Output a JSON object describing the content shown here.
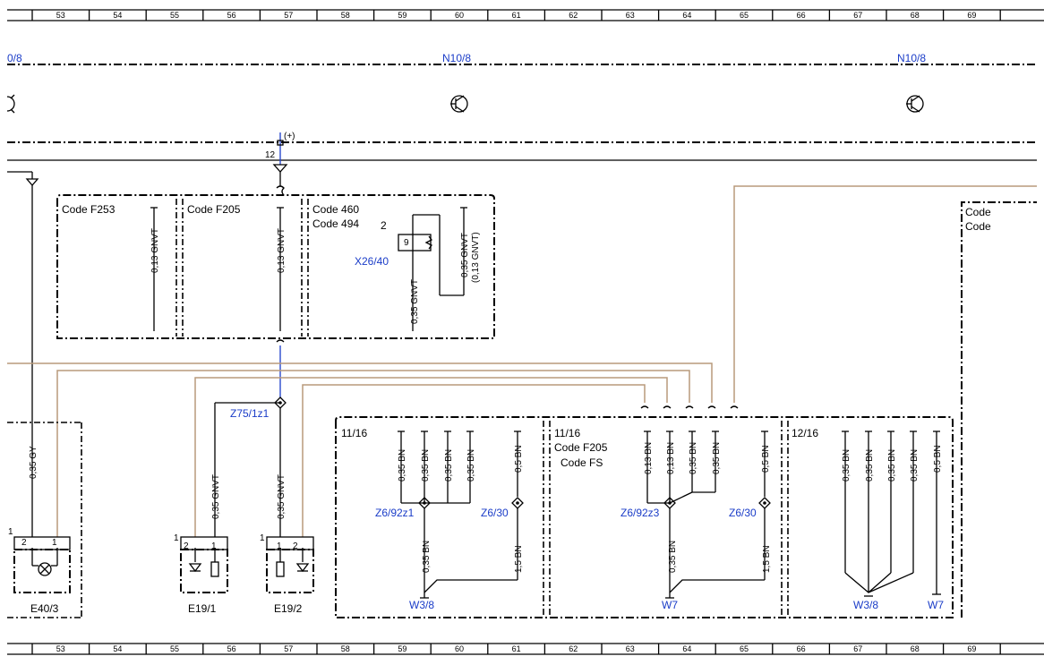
{
  "grid_numbers": [
    "53",
    "54",
    "55",
    "56",
    "57",
    "58",
    "59",
    "60",
    "61",
    "62",
    "63",
    "64",
    "65",
    "66",
    "67",
    "68",
    "69"
  ],
  "modules": {
    "left_partial": "0/8",
    "center": "N10/8",
    "right": "N10/8"
  },
  "top_connector": {
    "pin": "12",
    "sign": "(+)"
  },
  "codes": {
    "f253": "Code F253",
    "f205": "Code F205",
    "c460": "Code 460",
    "c494": "Code 494",
    "f205_b": "Code F205",
    "fs": "Code FS",
    "right_a": "Code",
    "right_b": "Code"
  },
  "wires": {
    "gnvt013": "0,13 GNVT",
    "gnvt035": "0,35 GNVT",
    "gnvt035_alt": "(0,13 GNVT)",
    "gy035": "0,35 GY",
    "bn035": "0,35 BN",
    "bn013": "0,13 BN",
    "bn05": "0,5 BN",
    "bn15": "1,5 BN"
  },
  "connectors": {
    "x26_40": "X26/40",
    "x26_pin2": "2",
    "x26_pin9": "9",
    "z75": "Z75/1z1",
    "z6_92z1": "Z6/92z1",
    "z6_30_a": "Z6/30",
    "z6_92z3": "Z6/92z3",
    "z6_30_b": "Z6/30",
    "w3_8_a": "W3/8",
    "w7_a": "W7",
    "w3_8_b": "W3/8",
    "w7_b": "W7"
  },
  "refs": {
    "r1116_a": "11/16",
    "r1116_b": "11/16",
    "r1216": "12/16"
  },
  "components": {
    "e40_3": "E40/3",
    "e19_1": "E19/1",
    "e19_2": "E19/2"
  },
  "pins": {
    "one": "1",
    "two": "2"
  }
}
